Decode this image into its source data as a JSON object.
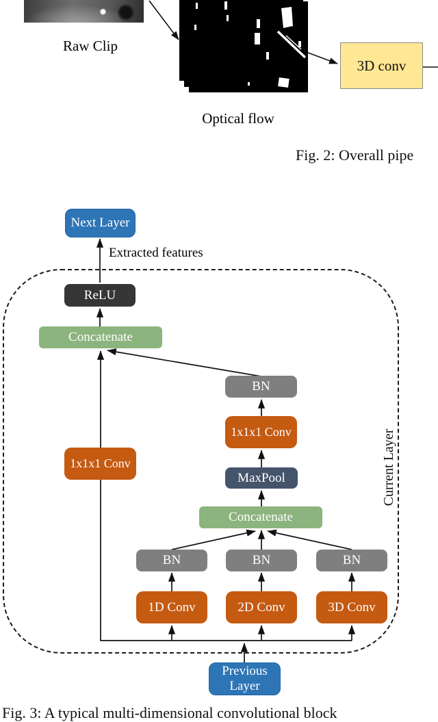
{
  "figure2": {
    "raw_clip_label": "Raw Clip",
    "optical_flow_label": "Optical flow",
    "conv3d_box": "3D conv",
    "caption": "Fig. 2: Overall pipe"
  },
  "figure3": {
    "next_layer": "Next Layer",
    "extracted_features_label": "Extracted features",
    "current_layer_label": "Current Layer",
    "relu": "ReLU",
    "concatenate_top": "Concatenate",
    "conv_1x1x1_left": "1x1x1 Conv",
    "bn_top": "BN",
    "conv_1x1x1_right": "1x1x1 Conv",
    "maxpool": "MaxPool",
    "concatenate_mid": "Concatenate",
    "bn_row": [
      "BN",
      "BN",
      "BN"
    ],
    "conv_row": [
      "1D Conv",
      "2D Conv",
      "3D Conv"
    ],
    "previous_layer_line1": "Previous",
    "previous_layer_line2": "Layer",
    "caption": "Fig. 3: A typical multi-dimensional convolutional block"
  },
  "colors": {
    "layer_blue": "#2E75B6",
    "relu_dark": "#363636",
    "concat_green": "#8CB47E",
    "bn_gray": "#7F7F7F",
    "conv_orange": "#C55A11",
    "maxpool_slate": "#44546A",
    "conv3d_yellow": "#FFE794"
  }
}
